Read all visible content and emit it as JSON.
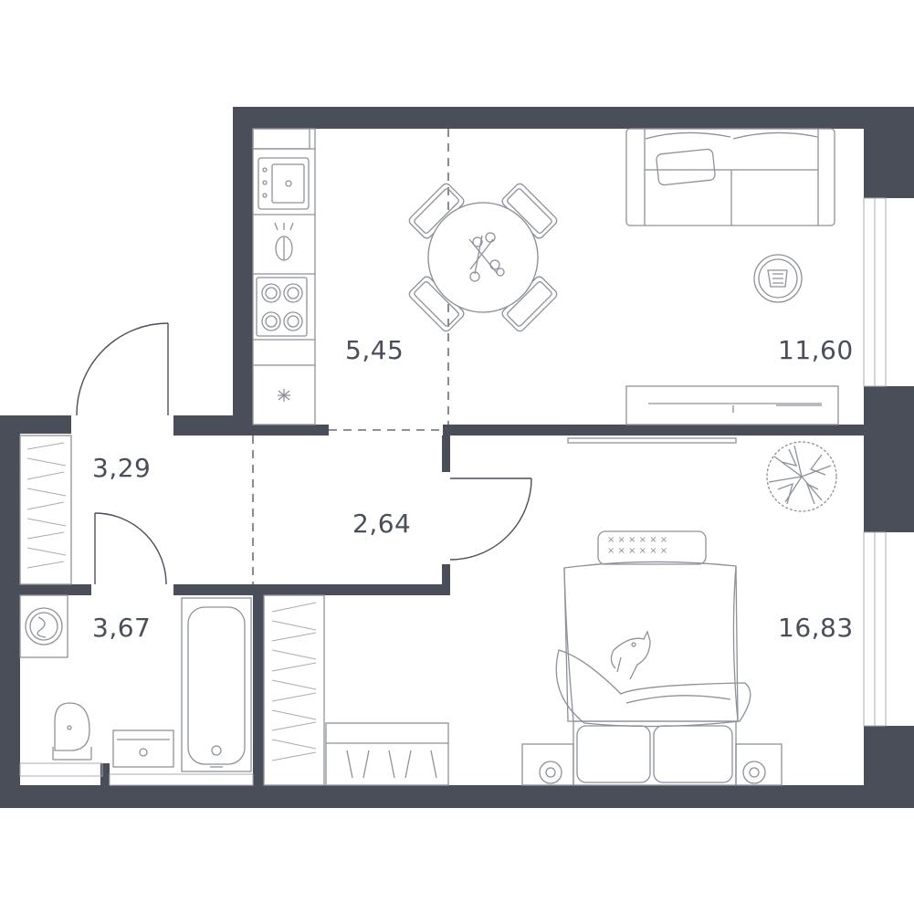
{
  "colors": {
    "wall": "#4a4e59",
    "furniture_line": "#8d9199",
    "background": "#ffffff"
  },
  "rooms": [
    {
      "id": "kitchen",
      "area": "5,45"
    },
    {
      "id": "living",
      "area": "11,60"
    },
    {
      "id": "entry",
      "area": "3,29"
    },
    {
      "id": "hall",
      "area": "2,64"
    },
    {
      "id": "bathroom",
      "area": "3,67"
    },
    {
      "id": "bedroom",
      "area": "16,83"
    }
  ],
  "icons": [
    "sink-icon",
    "range-hood-icon",
    "cooktop-icon",
    "fridge-icon",
    "dining-table-icon",
    "sofa-icon",
    "tv-icon",
    "round-rug-icon",
    "plant-icon",
    "bed-icon",
    "cat-icon",
    "washing-machine-icon",
    "toilet-icon",
    "bathtub-icon",
    "wardrobe-icon",
    "nightstand-lamp-icon"
  ]
}
